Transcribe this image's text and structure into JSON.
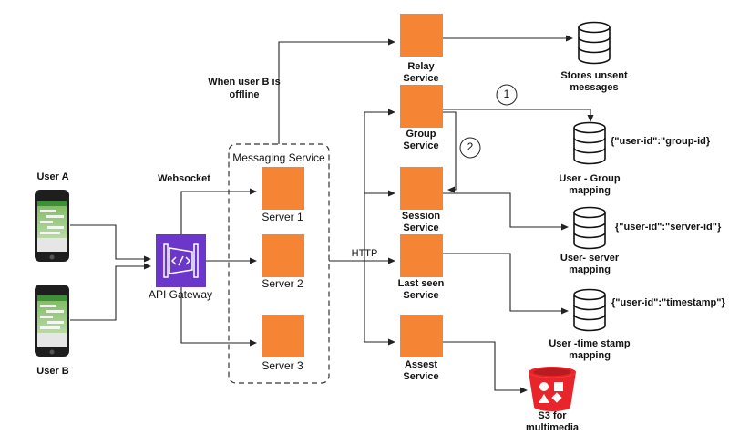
{
  "colors": {
    "service": "#f58535",
    "gateway": "#6b36c9",
    "s3": "#e8252a",
    "line": "#222222"
  },
  "users": {
    "user_a": "User A",
    "user_b": "User B"
  },
  "gateway": {
    "label": "API Gateway"
  },
  "messaging_service": {
    "title": "Messaging Service",
    "servers": [
      "Server 1",
      "Server 2",
      "Server 3"
    ]
  },
  "edges": {
    "websocket": "Websocket",
    "http": "HTTP",
    "offline_line1": "When user B  is",
    "offline_line2": "offline",
    "step1": "1",
    "step2": "2"
  },
  "services": {
    "relay": [
      "Relay",
      "Service"
    ],
    "group": [
      "Group",
      "Service"
    ],
    "session": [
      "Session",
      "Service"
    ],
    "last_seen": [
      "Last seen",
      "Service"
    ],
    "assest": [
      "Assest",
      "Service"
    ]
  },
  "stores": {
    "unsent": [
      "Stores unsent",
      "messages"
    ],
    "group": {
      "schema": "{\"user-id\":\"group-id}",
      "label": [
        "User - Group",
        "mapping"
      ]
    },
    "server": {
      "schema": "{\"user-id\":\"server-id\"}",
      "label": [
        "User- server",
        "mapping"
      ]
    },
    "timestamp": {
      "schema": "{\"user-id\":\"timestamp\"}",
      "label": [
        "User -time stamp",
        "mapping"
      ]
    },
    "s3": [
      "S3 for",
      "multimedia"
    ]
  }
}
